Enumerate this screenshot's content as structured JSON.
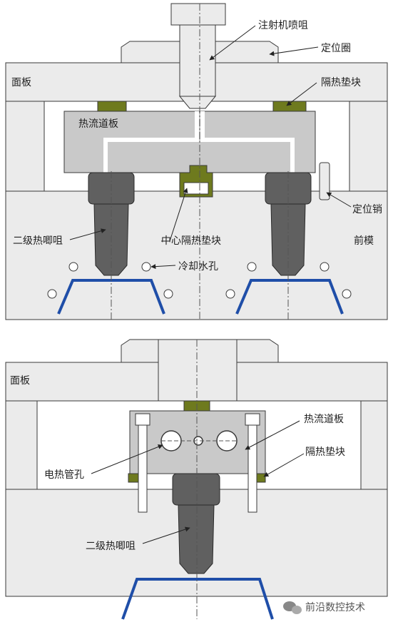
{
  "top_diagram": {
    "labels": {
      "nozzle": "注射机喷咀",
      "locating_ring": "定位圈",
      "top_plate": "面板",
      "insulation_pad": "隔热垫块",
      "manifold": "热流道板",
      "locating_pin": "定位销",
      "secondary_nozzle": "二级热唧咀",
      "center_insulator": "中心隔热垫块",
      "front_mold": "前模",
      "cooling_hole": "冷却水孔"
    }
  },
  "bottom_diagram": {
    "labels": {
      "top_plate": "面板",
      "manifold": "热流道板",
      "insulation_pad": "隔热垫块",
      "heater_hole": "电热管孔",
      "secondary_nozzle": "二级热唧咀"
    }
  },
  "watermark": {
    "text": "前沿数控技术"
  },
  "colors": {
    "plate": "#ebebeb",
    "manifold": "#c9c9c9",
    "nozzle_body": "#606060",
    "insulation": "#6e7a1e",
    "part": "#1f4ea8",
    "outline": "#3a3a3a"
  }
}
